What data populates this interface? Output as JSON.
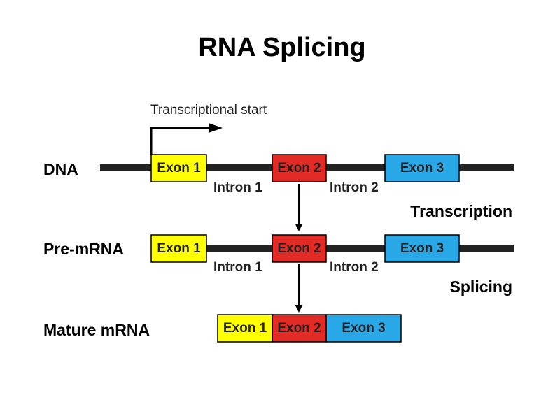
{
  "title": "RNA Splicing",
  "transcription_start_label": "Transcriptional start",
  "colors": {
    "exon1": "#ffff00",
    "exon2": "#e32b26",
    "exon3": "#29a8e8",
    "strand": "#222222",
    "border": "#000000"
  },
  "rows": {
    "dna": {
      "label": "DNA",
      "exons": [
        "Exon 1",
        "Exon 2",
        "Exon 3"
      ],
      "introns": [
        "Intron 1",
        "Intron 2"
      ]
    },
    "pre_mrna": {
      "label": "Pre-mRNA",
      "exons": [
        "Exon 1",
        "Exon 2",
        "Exon 3"
      ],
      "introns": [
        "Intron 1",
        "Intron 2"
      ]
    },
    "mature_mrna": {
      "label": "Mature mRNA",
      "exons": [
        "Exon 1",
        "Exon 2",
        "Exon 3"
      ]
    }
  },
  "steps": {
    "transcription": "Transcription",
    "splicing": "Splicing"
  }
}
